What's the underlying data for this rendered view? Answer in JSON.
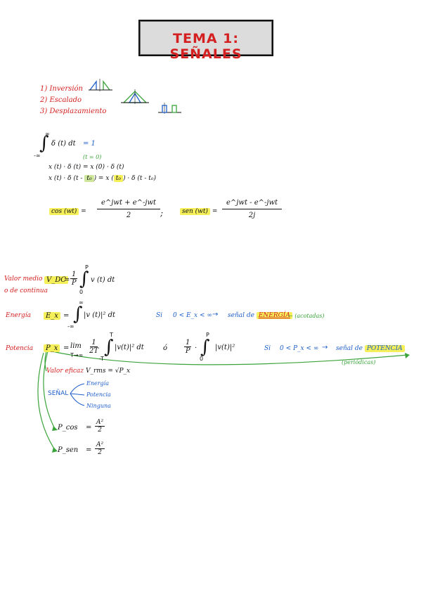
{
  "title": "TEMA 1: SEÑALES",
  "list": {
    "item1": "1) Inversión",
    "item2": "2) Escalado",
    "item3": "3) Desplazamiento"
  },
  "delta": {
    "lower": "-∞",
    "upper": "∞",
    "integrand": "δ (t) dt",
    "equals_one": "= 1",
    "note": "(t = 0)",
    "line1": "x (t) · δ (t) = x (0) · δ (t)",
    "line2_a": "x (t) · δ (t - ",
    "line2_t0a": "t₀",
    "line2_b": ") = x (",
    "line2_t0b": "t₀",
    "line2_c": ") · δ (t - t₀)"
  },
  "euler": {
    "cos_label": "cos (wt)",
    "cos_num": "e^jwt + e^-jwt",
    "cos_den": "2",
    "separator": ";",
    "sen_label": "sen (wt)",
    "sen_num": "e^jwt - e^-jwt",
    "sen_den": "2j",
    "eq": "="
  },
  "valor_medio": {
    "label1": "Valor medio",
    "label2": "o de continua",
    "symbol": "V_DC",
    "eq": "=",
    "frac_num": "1",
    "frac_den": "P",
    "upper": "P",
    "lower": "0",
    "integrand": "v (t) dt"
  },
  "energia": {
    "label": "Energía",
    "symbol": "E_x",
    "eq": "=",
    "upper": "∞",
    "lower": "-∞",
    "integrand": "|v (t)|² dt",
    "si": "Si",
    "condition": "0 < E_x < ∞",
    "arrow": "→",
    "result_prefix": "señal de",
    "result_word": "ENERGÍA",
    "note": "← (acotadas)"
  },
  "potencia": {
    "label": "Potencia",
    "symbol": "P_x",
    "eq": "=",
    "lim": "lim",
    "lim_sub": "T→∞",
    "frac_num": "1",
    "frac_den": "2T",
    "upper": "T",
    "lower": "-T",
    "integrand": "|v(t)|² dt",
    "or": "ó",
    "frac2_num": "1",
    "frac2_den": "P",
    "upper2": "P",
    "lower2": "0",
    "integrand2": "|v(t)|²",
    "si": "Si",
    "condition": "0 < P_x < ∞",
    "arrow": "→",
    "result_prefix": "señal de",
    "result_word": "POTENCIA",
    "note": "(periódicas)"
  },
  "eficaz": {
    "label": "Valor eficaz",
    "formula": "V_rms = √P_x"
  },
  "senal": {
    "label": "SEÑAL",
    "branches": [
      "Energía",
      "Potencia",
      "Ninguna"
    ]
  },
  "pcos": {
    "symbol": "P_cos",
    "eq": "=",
    "num": "A²",
    "den": "2"
  },
  "psen": {
    "symbol": "P_sen",
    "eq": "=",
    "num": "A²",
    "den": "2"
  },
  "colors": {
    "title": "#d42020",
    "highlight": "#f5ef5a",
    "blue": "#1f5fc8",
    "green": "#3aa33a",
    "red": "#d42020"
  }
}
